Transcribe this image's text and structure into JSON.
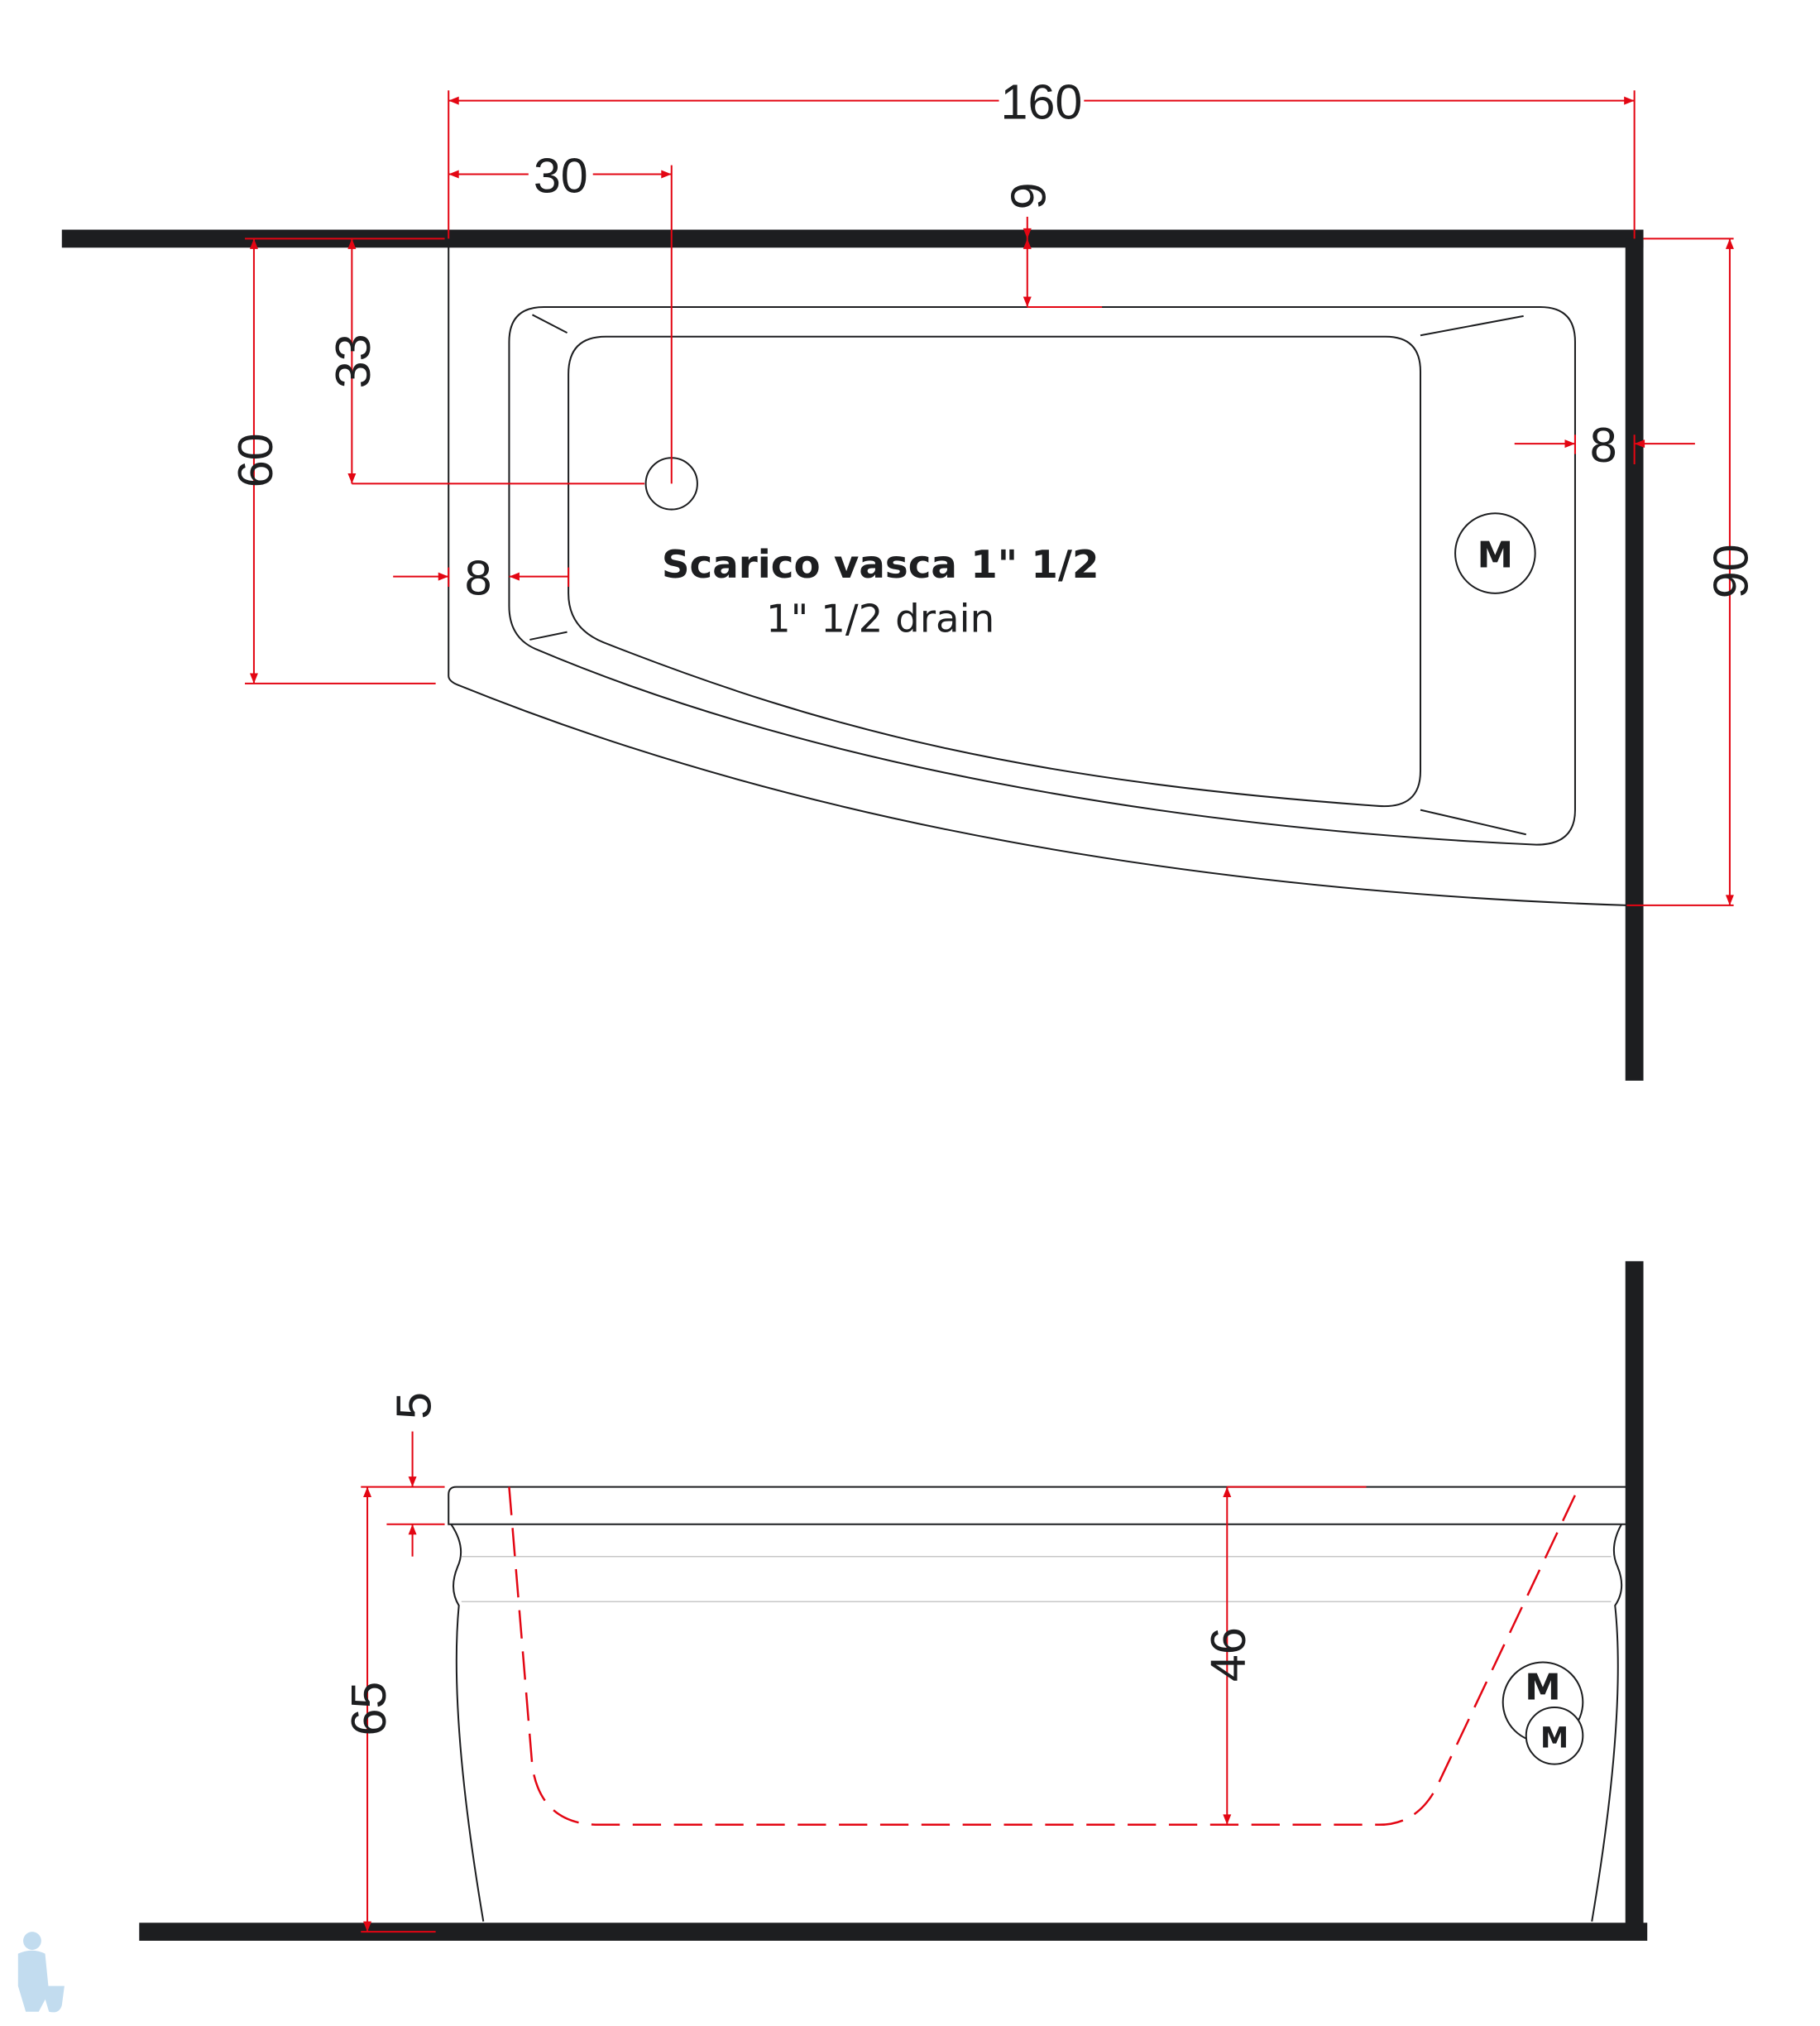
{
  "plan_view": {
    "dims": {
      "length": "160",
      "drain_offset_x": "30",
      "rim_top": "9",
      "depth_left": "60",
      "drain_offset_y": "33",
      "rim_left": "8",
      "rim_right": "8",
      "depth_right": "90"
    },
    "drain_note_it": "Scarico vasca 1\" 1/2",
    "drain_note_en": "1\" 1/2  drain",
    "motor_label": "M"
  },
  "side_view": {
    "dims": {
      "rim_height": "5",
      "total_height": "65",
      "inner_depth": "46"
    },
    "motor_label_1": "M",
    "motor_label_2": "M"
  },
  "colors": {
    "dimension": "#e30613",
    "wall": "#1d1e20",
    "logo": "#bcd9ee"
  }
}
